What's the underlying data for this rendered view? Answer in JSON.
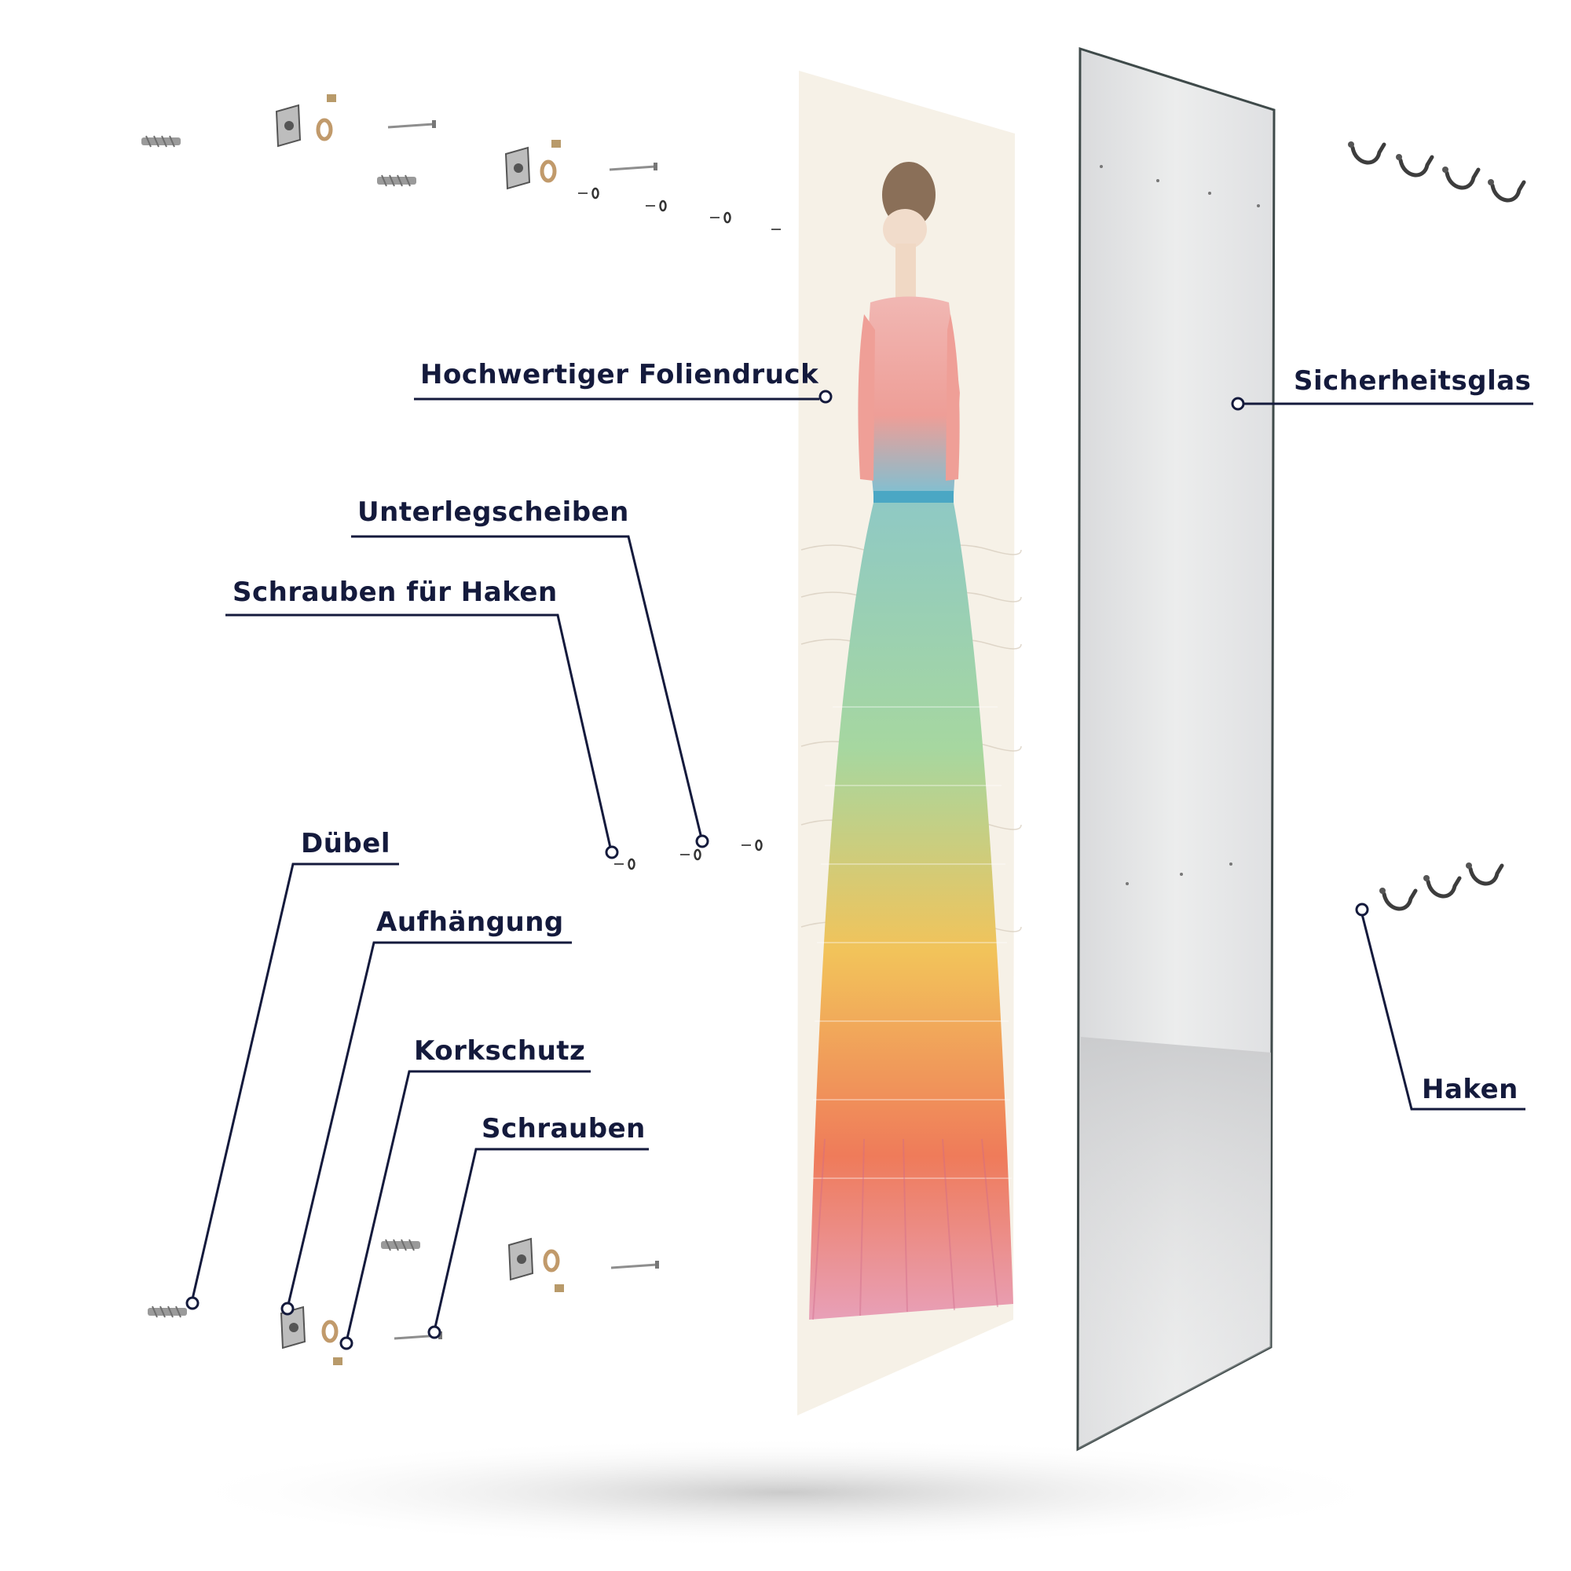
{
  "colors": {
    "label_text": "#141a3c",
    "leader_line": "#141a3c",
    "glass_fill": "#e6e7e9",
    "glass_edge": "#3f4a4a",
    "print_background": "#f6f1e7",
    "metal": "#8c8c8c",
    "cork": "#b89a6a"
  },
  "labels": {
    "foliendruck": "Hochwertiger Foliendruck",
    "sicherheitsglas": "Sicherheitsglas",
    "unterlegscheiben": "Unterlegscheiben",
    "schrauben_haken": "Schrauben für Haken",
    "duebel": "Dübel",
    "aufhaengung": "Aufhängung",
    "korkschutz": "Korkschutz",
    "schrauben": "Schrauben",
    "haken": "Haken"
  },
  "icons": {
    "wall_anchor": "dowel-icon",
    "bracket": "wall-bracket-icon",
    "washer": "washer-icon",
    "screw": "screw-icon",
    "hook": "hook-icon",
    "cork": "cork-pad-icon"
  }
}
